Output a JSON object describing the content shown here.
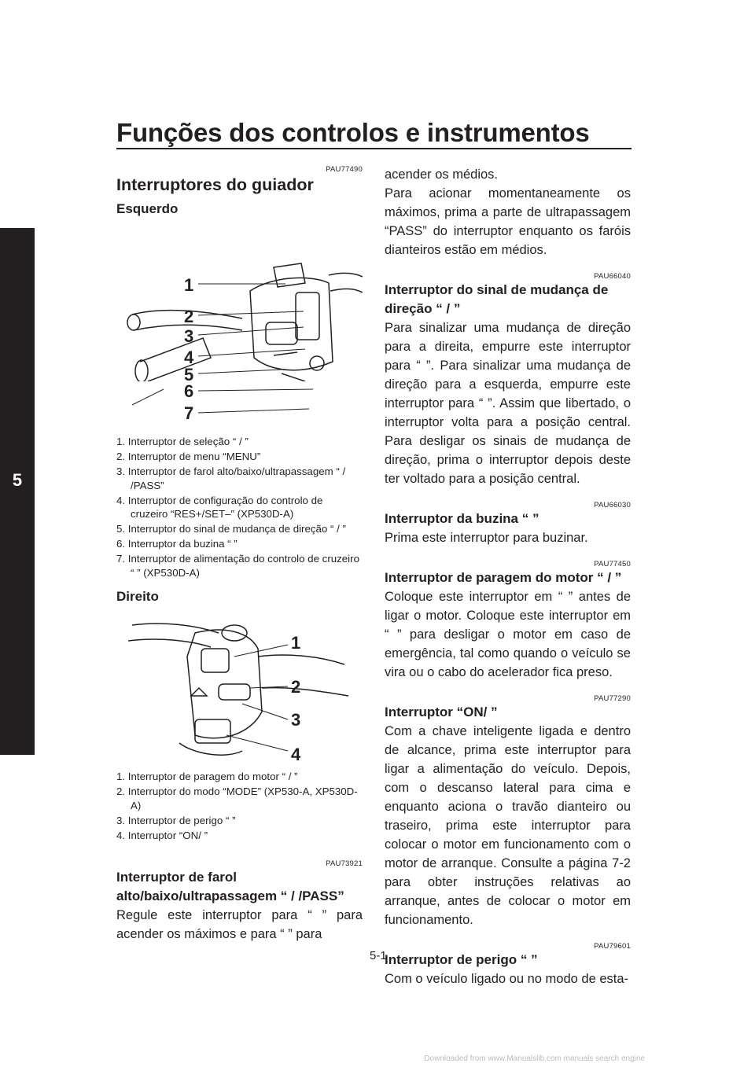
{
  "header": {
    "title": "Funções dos controlos e instrumentos",
    "tab_number": "5",
    "page_number": "5-1"
  },
  "left": {
    "code1": "PAU77490",
    "section_title": "Interruptores do guiador",
    "left_heading": "Esquerdo",
    "fig1_labels": [
      "1",
      "2",
      "3",
      "4",
      "5",
      "6",
      "7"
    ],
    "fig1_items": [
      "1. Interruptor de seleção “ / ”",
      "2. Interruptor de menu “MENU”",
      "3. Interruptor de farol alto/baixo/ultrapassagem “ / /PASS”",
      "4. Interruptor de configuração do controlo de cruzeiro “RES+/SET–” (XP530D-A)",
      "5. Interruptor do sinal de mudança de direção “ / ”",
      "6. Interruptor da buzina “ ”",
      "7. Interruptor de alimentação do controlo de cruzeiro “ ” (XP530D-A)"
    ],
    "right_heading": "Direito",
    "fig2_labels": [
      "1",
      "2",
      "3",
      "4"
    ],
    "fig2_items": [
      "1. Interruptor de paragem do motor “ / ”",
      "2. Interruptor do modo “MODE” (XP530-A, XP530D-A)",
      "3. Interruptor de perigo “ ”",
      "4. Interruptor “ON/ ”"
    ],
    "code2": "PAU73921",
    "h_farol": "Interruptor de farol alto/baixo/ultrapassagem “ / /PASS”",
    "p_farol": "Regule este interruptor para “ ” para acender os máximos e para “ ” para"
  },
  "right": {
    "p_farol_cont": "acender os médios.",
    "p_pass": "Para acionar momentaneamente os máximos, prima a parte de ultrapassagem “PASS” do interruptor enquanto os faróis dianteiros estão em médios.",
    "code3": "PAU66040",
    "h_sinal": "Interruptor do sinal de mudança de direção “ / ”",
    "p_sinal": "Para sinalizar uma mudança de direção para a direita, empurre este interruptor para “ ”. Para sinalizar uma mudança de direção para a esquerda, empurre este interruptor para “ ”. Assim que libertado, o interruptor volta para a posição central. Para desligar os sinais de mudança de direção, prima o interruptor depois deste ter voltado para a posição central.",
    "code4": "PAU66030",
    "h_buzina": "Interruptor da buzina “ ”",
    "p_buzina": "Prima este interruptor para buzinar.",
    "code5": "PAU77450",
    "h_paragem": "Interruptor de paragem do motor “ / ”",
    "p_paragem": "Coloque este interruptor em “ ” antes de ligar o motor. Coloque este interruptor em “ ” para desligar o motor em caso de emergência, tal como quando o veículo se vira ou o cabo do acelerador fica preso.",
    "code6": "PAU77290",
    "h_on": "Interruptor “ON/ ”",
    "p_on": "Com a chave inteligente ligada e dentro de alcance, prima este interruptor para ligar a alimentação do veículo. Depois, com o descanso lateral para cima e enquanto aciona o travão dianteiro ou traseiro, prima este interruptor para colocar o motor em funcionamento com o motor de arranque. Consulte a página 7-2 para obter instruções relativas ao arranque, antes de colocar o motor em funcionamento.",
    "code7": "PAU79601",
    "h_perigo": "Interruptor de perigo “ ”",
    "p_perigo": "Com o veículo ligado ou no modo de esta-"
  },
  "footer": {
    "watermark": "Downloaded from www.Manualslib.com manuals search engine"
  },
  "colors": {
    "text": "#231f20",
    "tab": "#231f20"
  }
}
